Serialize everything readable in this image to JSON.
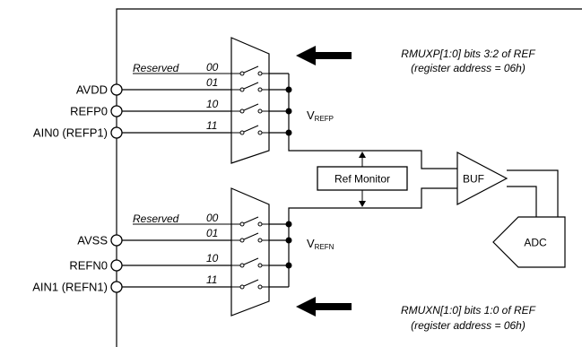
{
  "top_mux": {
    "inputs": [
      {
        "pin": "",
        "code": "00",
        "reserved": "Reserved"
      },
      {
        "pin": "AVDD",
        "code": "01"
      },
      {
        "pin": "REFP0",
        "code": "10"
      },
      {
        "pin": "AIN0 (REFP1)",
        "code": "11"
      }
    ],
    "output_label_main": "V",
    "output_label_sub": "REFP",
    "note_line1": "RMUXP[1:0] bits 3:2 of REF",
    "note_line2": "(register address = 06h)"
  },
  "bottom_mux": {
    "inputs": [
      {
        "pin": "",
        "code": "00",
        "reserved": "Reserved"
      },
      {
        "pin": "AVSS",
        "code": "01"
      },
      {
        "pin": "REFN0",
        "code": "10"
      },
      {
        "pin": "AIN1 (REFN1)",
        "code": "11"
      }
    ],
    "output_label_main": "V",
    "output_label_sub": "REFN",
    "note_line1": "RMUXN[1:0] bits 1:0 of REF",
    "note_line2": "(register address = 06h)"
  },
  "blocks": {
    "ref_monitor": "Ref Monitor",
    "buffer": "BUF",
    "adc": "ADC"
  }
}
